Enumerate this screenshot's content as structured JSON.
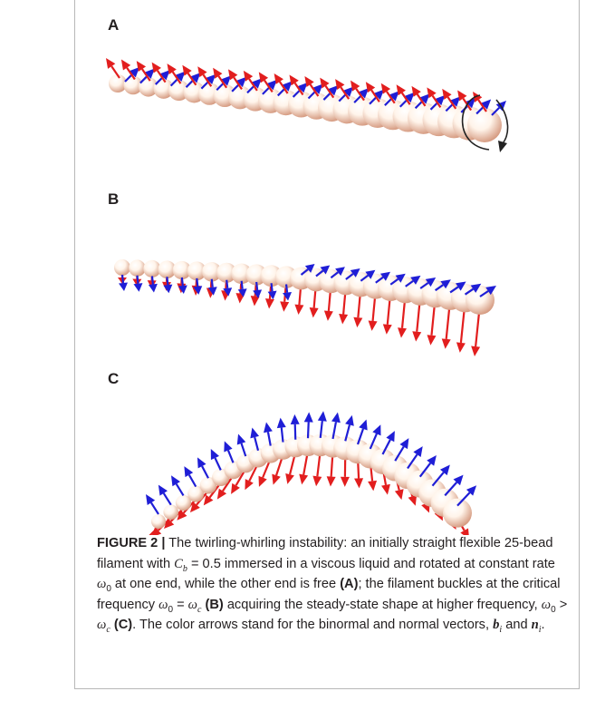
{
  "panels": [
    {
      "label": "A"
    },
    {
      "label": "B"
    },
    {
      "label": "C"
    }
  ],
  "colors": {
    "bead_light": "#fff4ea",
    "bead_dark": "#d59a80",
    "red_arrow": "#e21e1e",
    "blue_arrow": "#1f1ed6",
    "border": "#b7b7b7"
  },
  "caption": {
    "figure_label": "FIGURE 2 |",
    "t1": " The twirling-whirling instability: an initially straight flexible 25-bead filament with ",
    "cb_symbol": "C",
    "cb_sub": "b",
    "t2": " = 0.5 immersed in a viscous liquid and rotated at constant rate ",
    "omega": "ω",
    "zero": "0",
    "t3": " at one end, while the other end is free ",
    "ref_a": "(A)",
    "t4": "; the filament buckles at the critical frequency ",
    "eq1": " = ",
    "c_sub": "c",
    "ref_b": "(B)",
    "t5": " acquiring the steady-state shape at higher frequency, ",
    "gt": " > ",
    "ref_c": "(C)",
    "t6": ". The color arrows stand for the binormal and normal vectors, ",
    "b_vec": "b",
    "i_sub": "i",
    "and": " and ",
    "n_vec": "n",
    "t7": "."
  }
}
